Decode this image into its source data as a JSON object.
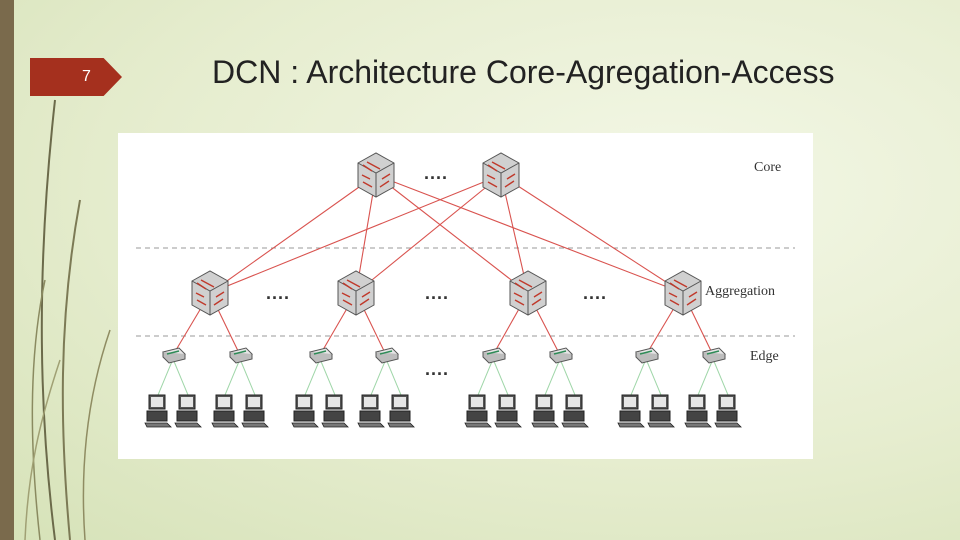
{
  "slide": {
    "number": "7",
    "title": "DCN : Architecture Core-Agregation-Access"
  },
  "diagram": {
    "layers": {
      "core": "Core",
      "aggregation": "Aggregation",
      "edge": "Edge"
    },
    "ellipsis": "....",
    "colors": {
      "core_links": "#d9534f",
      "edge_links": "#9fd6a8",
      "layer_divider": "#9a9a9a",
      "accent_bar": "#a5301e"
    },
    "icons": {
      "core_switch": "router-icon",
      "aggregation_switch": "router-icon",
      "edge_switch": "switch-icon",
      "host": "computer-icon"
    }
  }
}
